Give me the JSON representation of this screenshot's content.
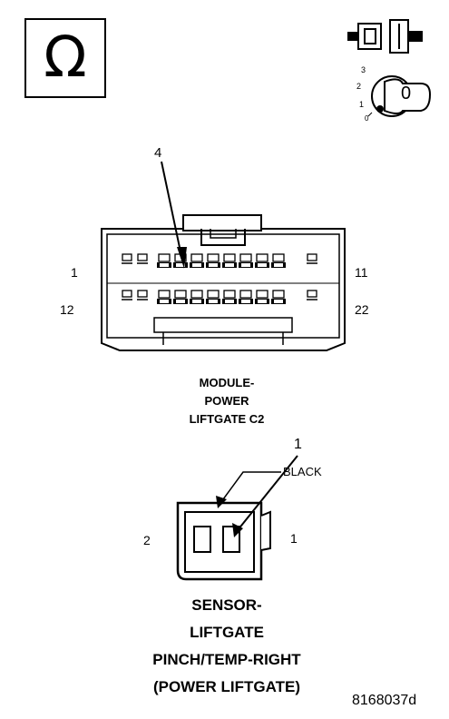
{
  "ohm_symbol": "Ω",
  "key_icon": {
    "positions": [
      "3",
      "2",
      "1",
      "0"
    ],
    "current": "0"
  },
  "connector_c2": {
    "pin_callout": "4",
    "pin_label_1": "1",
    "pin_label_11": "11",
    "pin_label_12": "12",
    "pin_label_22": "22",
    "caption": [
      "MODULE-",
      "POWER",
      "LIFTGATE C2"
    ]
  },
  "sensor_connector": {
    "pin_callout": "1",
    "color_label": "BLACK",
    "pin_label_2": "2",
    "pin_label_1": "1",
    "caption": [
      "SENSOR-",
      "LIFTGATE",
      "PINCH/TEMP-RIGHT",
      "(POWER LIFTGATE)"
    ]
  },
  "figure_id": "8168037d"
}
